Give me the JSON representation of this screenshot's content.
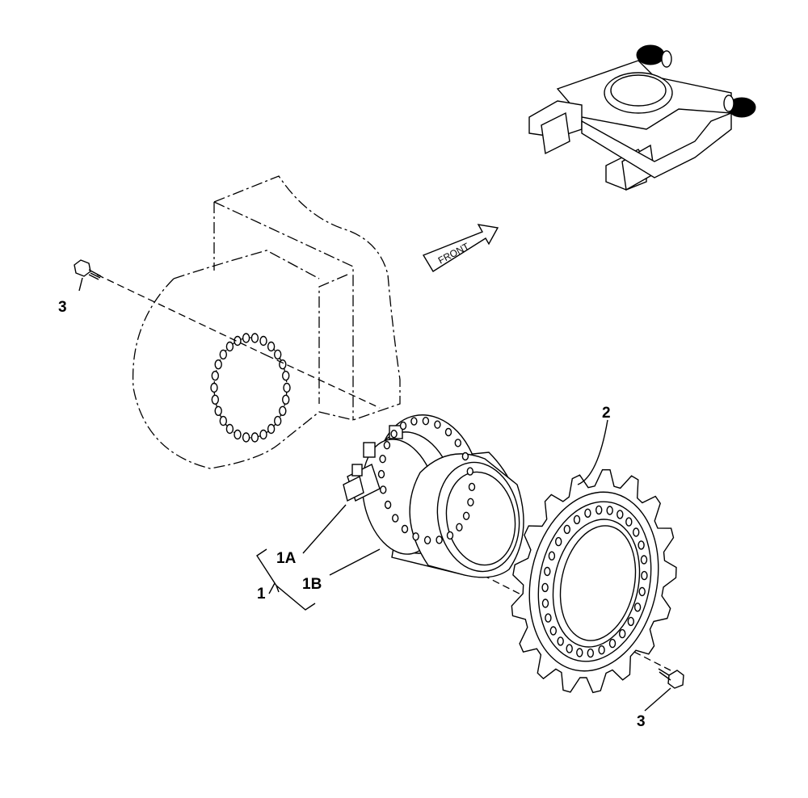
{
  "diagram": {
    "callouts": {
      "item1": "1",
      "item1a": "1A",
      "item1b": "1B",
      "item2": "2",
      "item3_top": "3",
      "item3_bottom": "3"
    },
    "front_arrow_text": "FRONT",
    "colors": {
      "ink": "#000000",
      "background": "#ffffff"
    }
  }
}
